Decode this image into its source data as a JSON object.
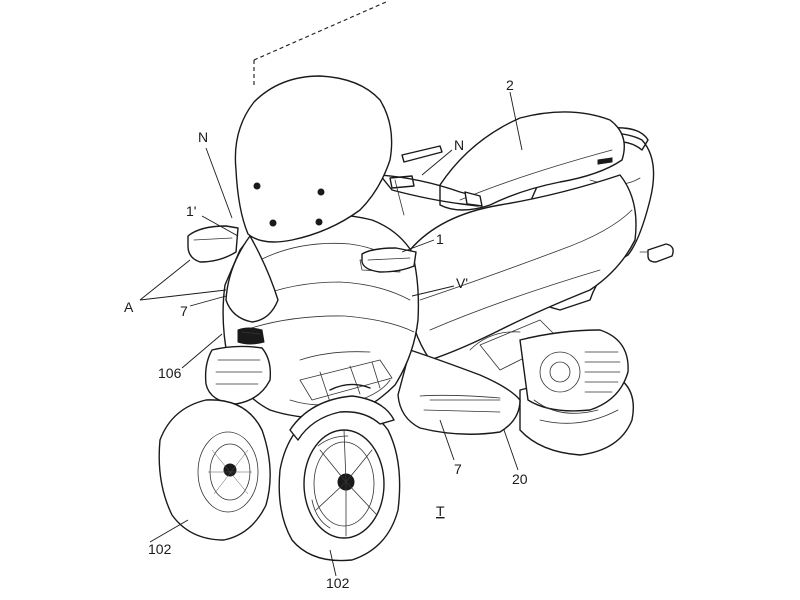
{
  "figure": {
    "background": "#ffffff",
    "line_color": "#1a1a1a",
    "reference_labels": {
      "label_2": "2",
      "label_n_top": "N",
      "label_n_left": "N",
      "label_1prime": "1'",
      "label_1": "1",
      "label_v": "V'",
      "label_a": "A",
      "label_7_upper": "7",
      "label_106": "106",
      "label_7_lower": "7",
      "label_20": "20",
      "label_t": "T",
      "label_102_left": "102",
      "label_102_bottom": "102"
    }
  }
}
